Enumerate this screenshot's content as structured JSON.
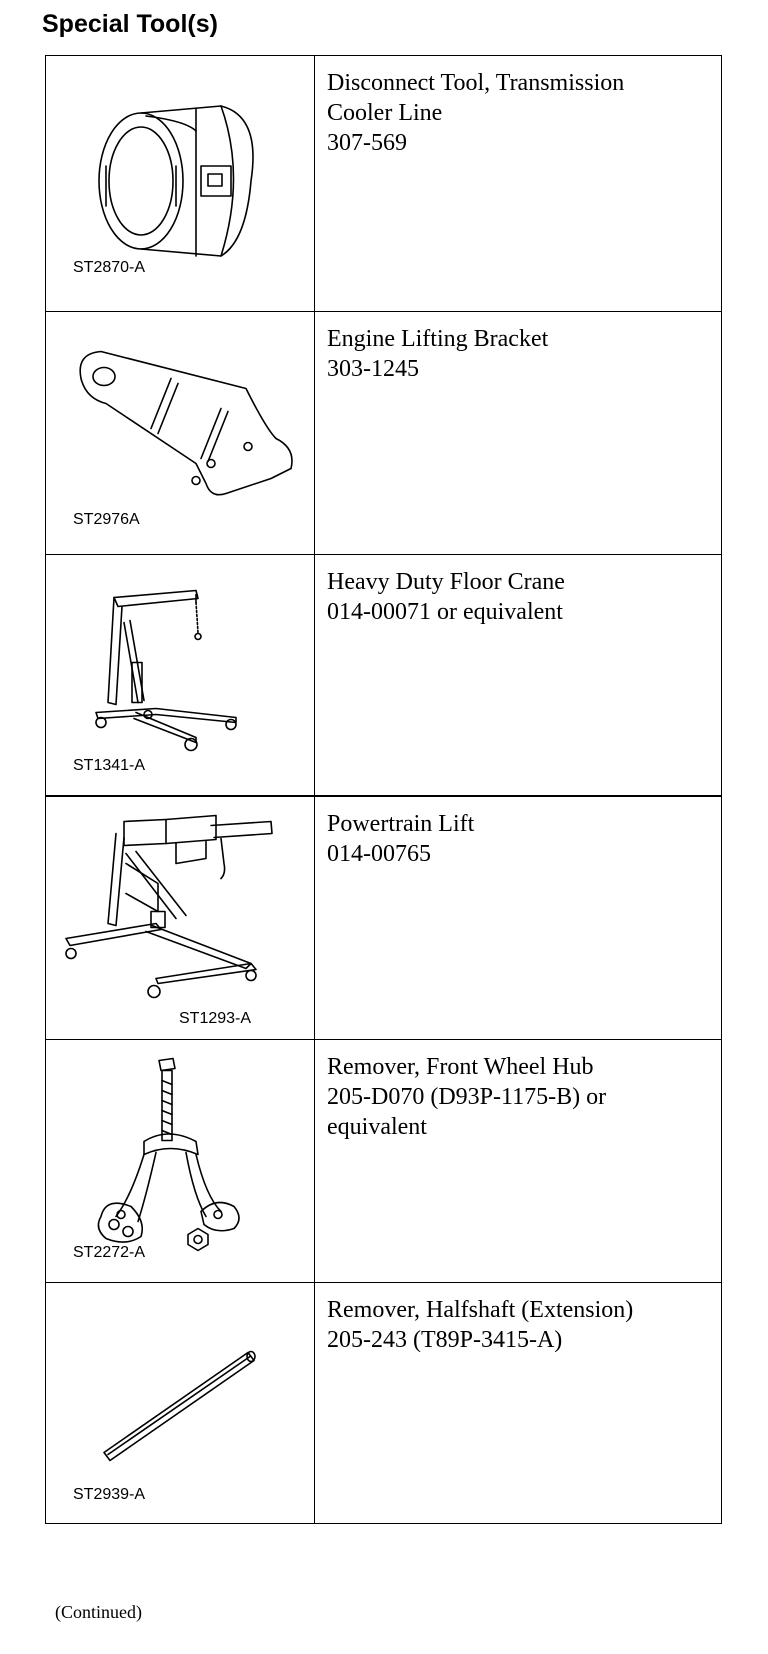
{
  "section_title": "Special Tool(s)",
  "tools": [
    {
      "image_code": "ST2870-A",
      "icon": "transmission-cooler-line-disconnect-tool-icon",
      "lines": [
        "Disconnect Tool, Transmission",
        "Cooler Line",
        "307-569"
      ]
    },
    {
      "image_code": "ST2976A",
      "icon": "engine-lifting-bracket-icon",
      "lines": [
        "Engine Lifting Bracket",
        "303-1245"
      ]
    },
    {
      "image_code": "ST1341-A",
      "icon": "floor-crane-icon",
      "lines": [
        "Heavy Duty Floor Crane",
        "014-00071 or equivalent"
      ]
    },
    {
      "image_code": "ST1293-A",
      "icon": "powertrain-lift-icon",
      "lines": [
        "Powertrain Lift",
        "014-00765"
      ]
    },
    {
      "image_code": "ST2272-A",
      "icon": "wheel-hub-remover-icon",
      "lines": [
        "Remover, Front Wheel Hub",
        "205-D070 (D93P-1175-B) or",
        "equivalent"
      ]
    },
    {
      "image_code": "ST2939-A",
      "icon": "halfshaft-remover-extension-icon",
      "lines": [
        "Remover, Halfshaft (Extension)",
        "205-243 (T89P-3415-A)"
      ]
    }
  ],
  "footer_note": "(Continued)"
}
